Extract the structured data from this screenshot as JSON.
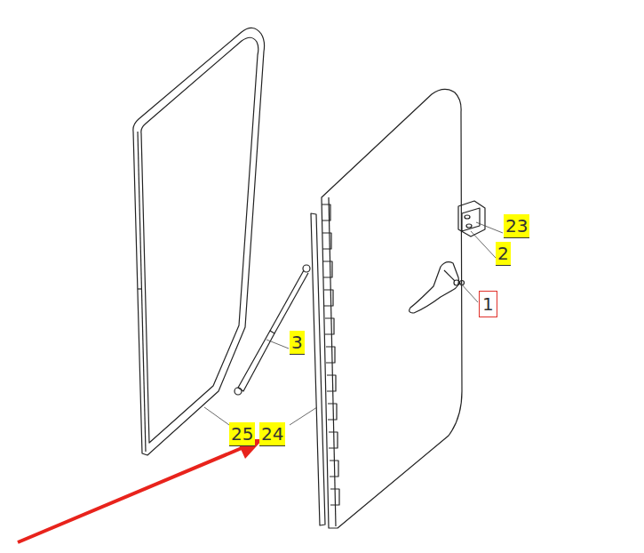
{
  "diagram": {
    "labels": [
      "23",
      "2",
      "1",
      "3",
      "25",
      "24"
    ]
  }
}
